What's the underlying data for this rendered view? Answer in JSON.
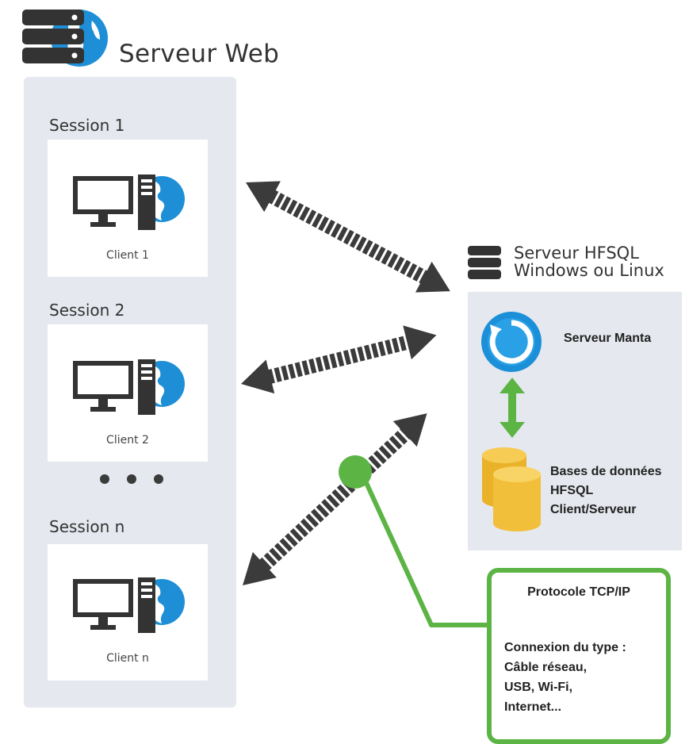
{
  "web_server": {
    "title": "Serveur Web",
    "icon": "server-globe-icon"
  },
  "sessions": [
    {
      "label": "Session 1",
      "client": "Client 1"
    },
    {
      "label": "Session 2",
      "client": "Client 2"
    },
    {
      "label": "Session n",
      "client": "Client n"
    }
  ],
  "hfsql_server": {
    "title_line1": "Serveur HFSQL",
    "title_line2": "Windows ou Linux",
    "manta_label": "Serveur Manta",
    "db_line1": "Bases de données",
    "db_line2": "HFSQL",
    "db_line3": "Client/Serveur"
  },
  "protocol": {
    "title": "Protocole TCP/IP",
    "line1": "Connexion du type :",
    "line2": "Câble réseau,",
    "line3": "USB, Wi-Fi,",
    "line4": "Internet..."
  },
  "colors": {
    "panel": "#e5e8ee",
    "arrow": "#3b3b3b",
    "green": "#5cb444",
    "globe": "#1e8fd6",
    "db": "#f2bf3a"
  }
}
